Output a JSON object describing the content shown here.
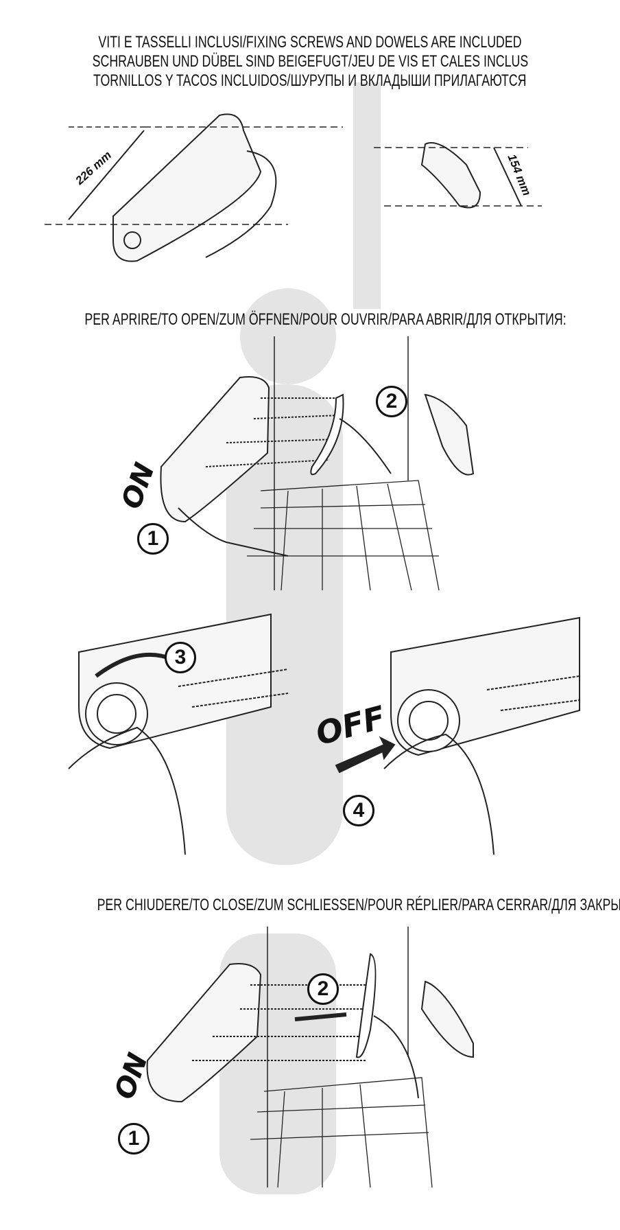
{
  "header": {
    "lines": [
      "VITI E TASSELLI INCLUSI/FIXING SCREWS AND DOWELS ARE INCLUDED",
      "SCHRAUBEN UND DÜBEL SIND BEIGEFUGT/JEU DE VIS ET CALES INCLUS",
      "TORNILLOS Y TACOS INCLUIDOS/ШУРУПЫ И ВКЛАДЫШИ ПРИЛАГАЮТСЯ"
    ]
  },
  "mounting": {
    "dim_main": "226 mm",
    "dim_hook": "154 mm"
  },
  "open_section": {
    "title": "PER APRIRE/TO OPEN/ZUM ÖFFNEN/POUR OUVRIR/PARA ABRIR/ДЛЯ ОТКРЫТИЯ:",
    "on_label": "ON",
    "step1": "1",
    "step2": "2",
    "step3": "3",
    "step4": "4",
    "off_label": "OFF"
  },
  "close_section": {
    "title": "PER CHIUDERE/TO CLOSE/ZUM SCHLIESSEN/POUR RÉPLIER/PARA CERRAR/ДЛЯ ЗАКРЫТИЯ:",
    "on_label": "ON",
    "step1": "1",
    "step2": "2"
  }
}
